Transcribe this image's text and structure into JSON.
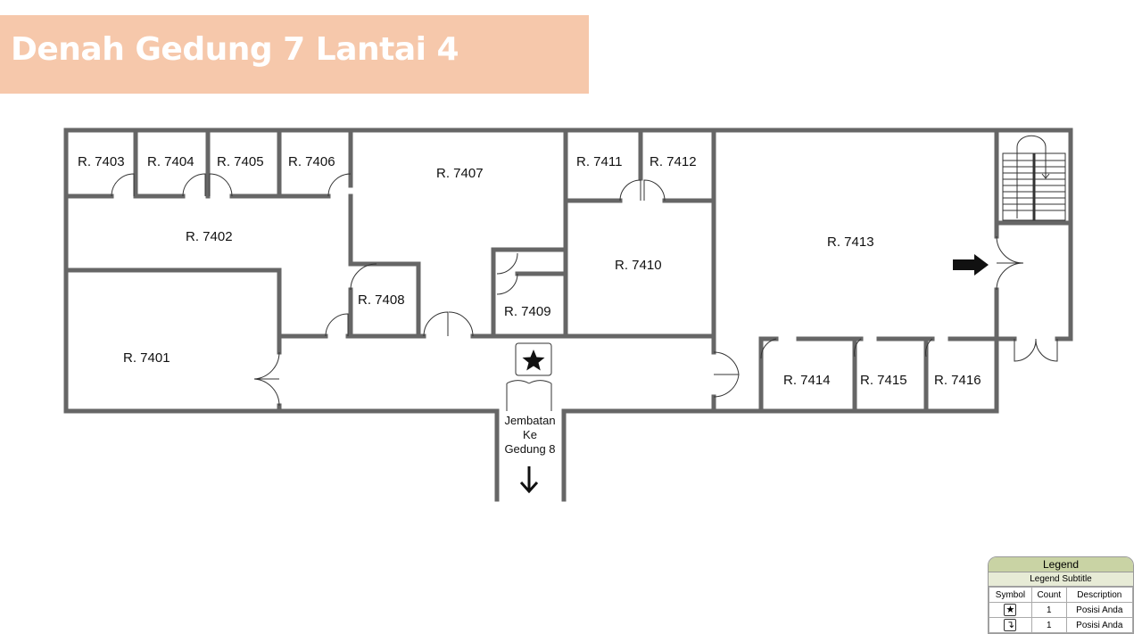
{
  "title": "Denah Gedung 7 Lantai 4",
  "rooms": {
    "r7401": "R. 7401",
    "r7402": "R. 7402",
    "r7403": "R. 7403",
    "r7404": "R. 7404",
    "r7405": "R. 7405",
    "r7406": "R. 7406",
    "r7407": "R. 7407",
    "r7408": "R. 7408",
    "r7409": "R. 7409",
    "r7410": "R. 7410",
    "r7411": "R. 7411",
    "r7412": "R. 7412",
    "r7413": "R. 7413",
    "r7414": "R. 7414",
    "r7415": "R. 7415",
    "r7416": "R. 7416"
  },
  "bridge": {
    "line1": "Jembatan",
    "line2": "Ke",
    "line3": "Gedung 8"
  },
  "legend": {
    "title": "Legend",
    "subtitle": "Legend Subtitle",
    "headers": [
      "Symbol",
      "Count",
      "Description"
    ],
    "rows": [
      {
        "symbol": "★",
        "count": "1",
        "description": "Posisi Anda"
      },
      {
        "symbol": "↴",
        "count": "1",
        "description": "Posisi Anda"
      }
    ]
  }
}
